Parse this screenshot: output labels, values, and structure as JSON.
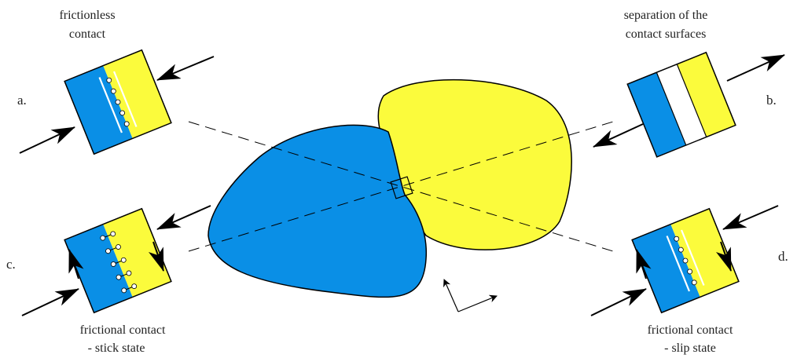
{
  "labels": {
    "a_title_line1": "frictionless",
    "a_title_line2": "contact",
    "b_title_line1": "separation of the",
    "b_title_line2": "contact surfaces",
    "c_title_line1": "frictional contact",
    "c_title_line2": "- stick state",
    "d_title_line1": "frictional contact",
    "d_title_line2": "- slip state",
    "letter_a": "a.",
    "letter_b": "b.",
    "letter_c": "c.",
    "letter_d": "d."
  },
  "colors": {
    "body_left": "#0a8fe6",
    "body_right": "#fbfb3c",
    "outline": "#000000",
    "background": "#ffffff"
  }
}
